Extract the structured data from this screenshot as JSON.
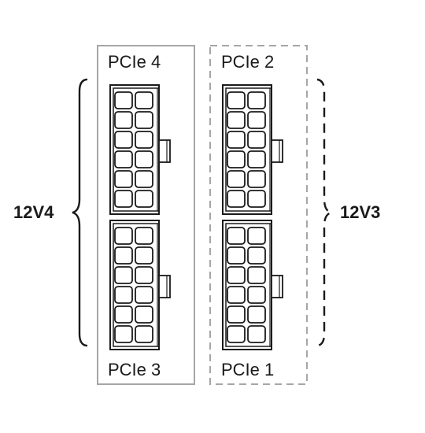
{
  "groups": [
    {
      "name": "12V4",
      "border_style": "solid",
      "top_connector": "PCIe 4",
      "bottom_connector": "PCIe 3"
    },
    {
      "name": "12V3",
      "border_style": "dashed",
      "top_connector": "PCIe 2",
      "bottom_connector": "PCIe 1"
    }
  ],
  "connector_pins": {
    "rows": 6,
    "columns": 2
  },
  "colors": {
    "outline": "#1a1a1a",
    "solid_border": "#a6a6a6",
    "dashed_border": "#a6a6a6",
    "pin_fill": "#ffffff",
    "background": "#ffffff"
  }
}
